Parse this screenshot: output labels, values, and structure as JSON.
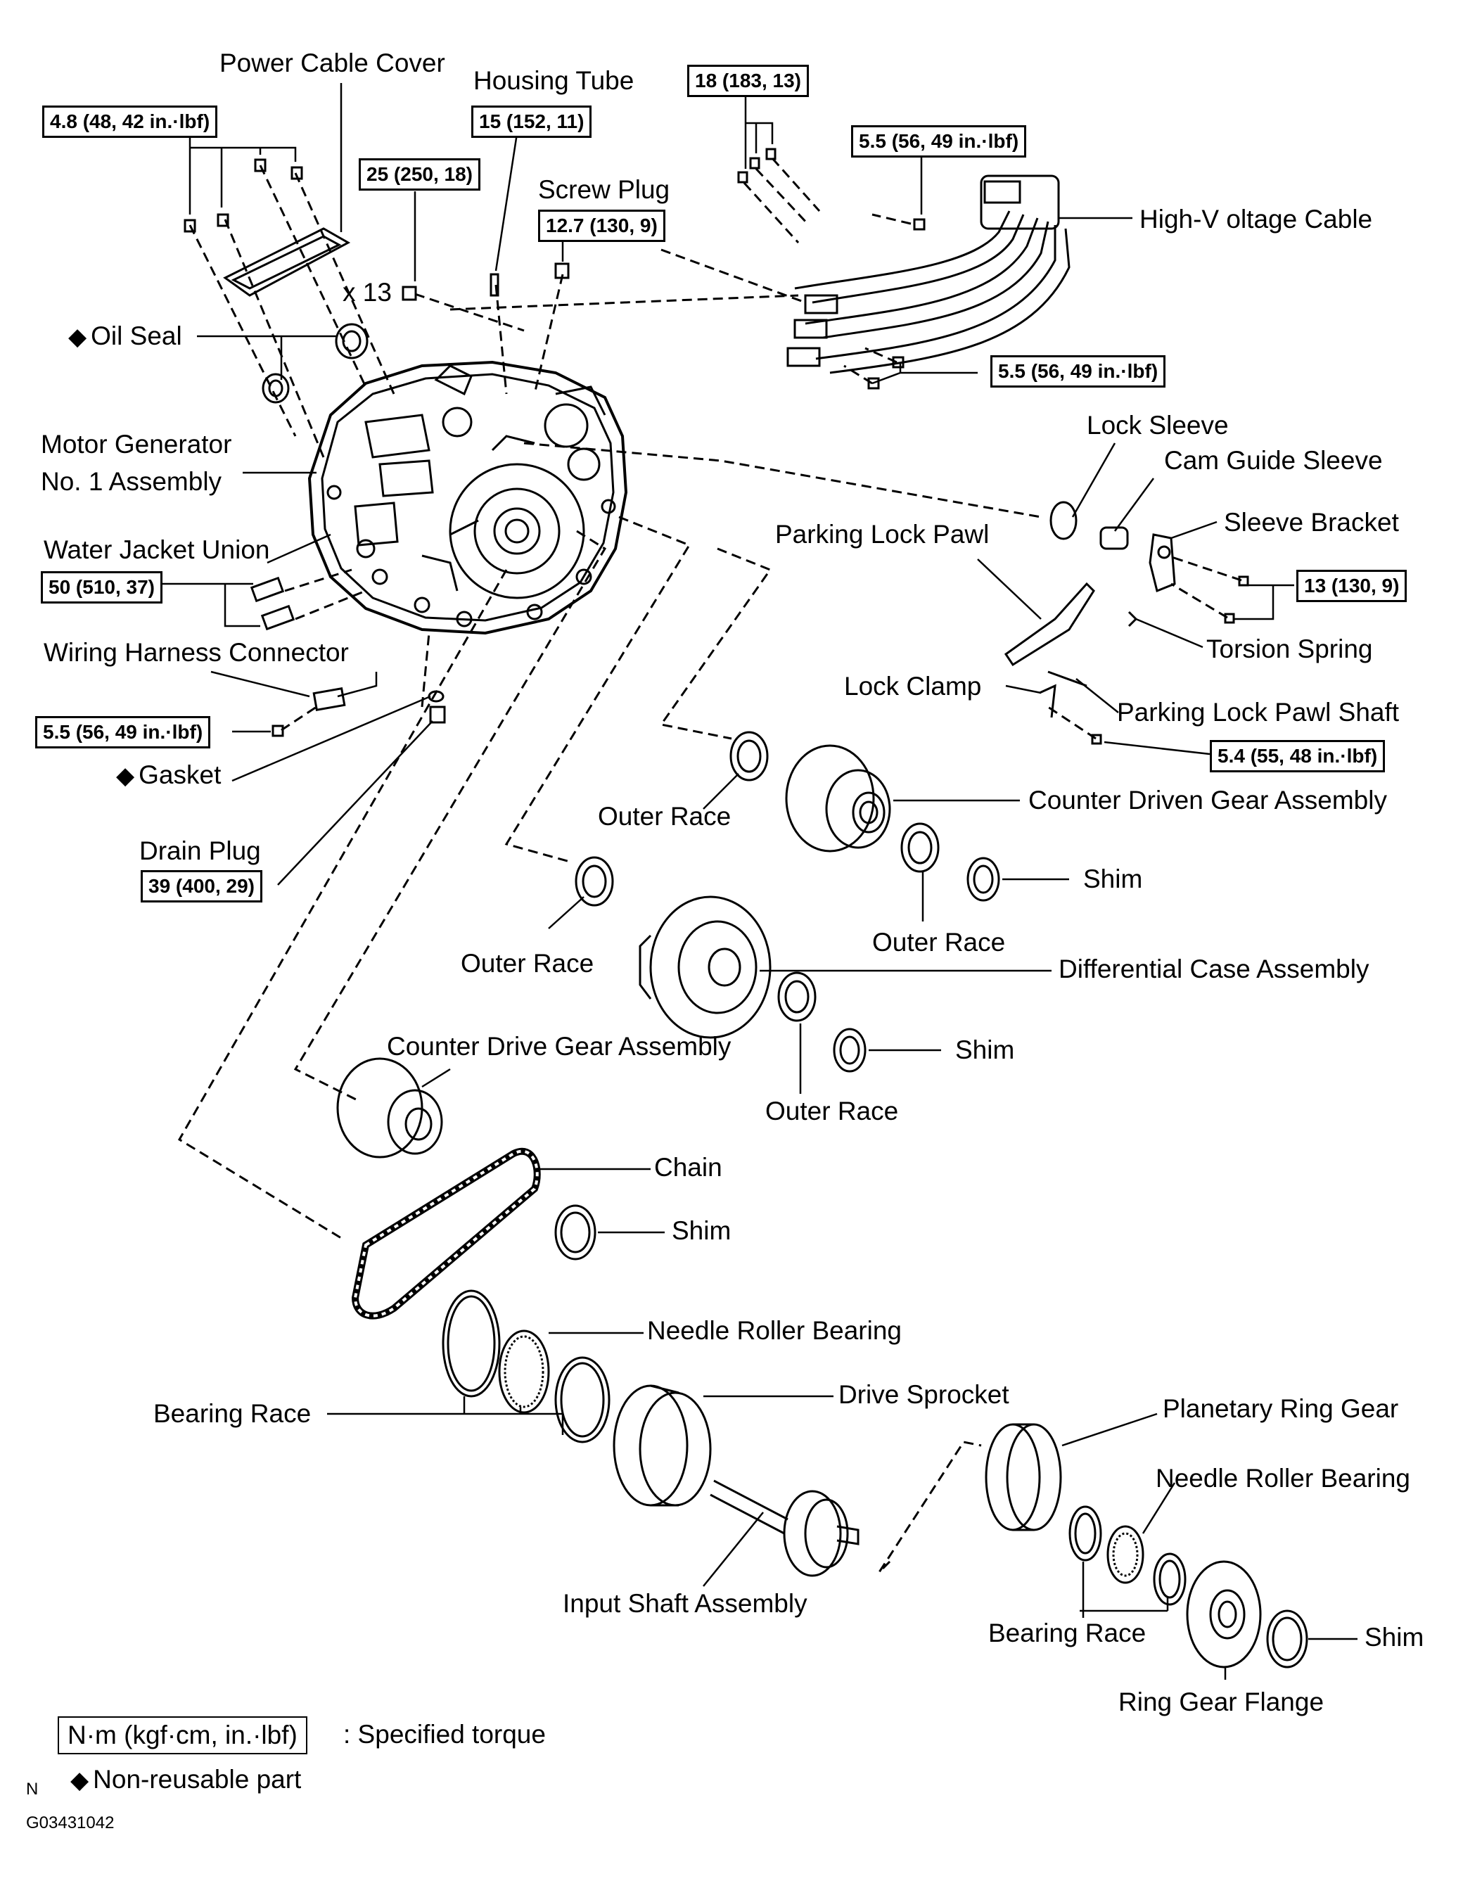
{
  "labels": {
    "power_cable_cover": "Power Cable Cover",
    "housing_tube": "Housing Tube",
    "screw_plug": "Screw Plug",
    "high_voltage_cable": "High-V oltage Cable",
    "oil_seal": "Oil Seal",
    "x13": "x 13",
    "motor_generator_1": "Motor Generator",
    "motor_generator_2": "No. 1 Assembly",
    "lock_sleeve": "Lock Sleeve",
    "cam_guide_sleeve": "Cam Guide Sleeve",
    "parking_lock_pawl": "Parking Lock Pawl",
    "sleeve_bracket": "Sleeve Bracket",
    "water_jacket_union": "Water Jacket Union",
    "torsion_spring": "Torsion Spring",
    "wiring_harness_connector": "Wiring Harness Connector",
    "lock_clamp": "Lock Clamp",
    "parking_lock_pawl_shaft": "Parking Lock Pawl Shaft",
    "gasket": "Gasket",
    "outer_race_1": "Outer Race",
    "counter_driven_gear": "Counter Driven Gear Assembly",
    "drain_plug": "Drain Plug",
    "shim_1": "Shim",
    "outer_race_2": "Outer Race",
    "outer_race_3": "Outer Race",
    "differential_case": "Differential Case Assembly",
    "counter_drive_gear": "Counter Drive Gear Assembly",
    "shim_2": "Shim",
    "outer_race_4": "Outer Race",
    "chain": "Chain",
    "shim_3": "Shim",
    "needle_roller_bearing_1": "Needle Roller Bearing",
    "bearing_race_1": "Bearing Race",
    "drive_sprocket": "Drive Sprocket",
    "planetary_ring_gear": "Planetary Ring Gear",
    "needle_roller_bearing_2": "Needle Roller Bearing",
    "input_shaft": "Input Shaft Assembly",
    "bearing_race_2": "Bearing Race",
    "shim_4": "Shim",
    "ring_gear_flange": "Ring Gear Flange"
  },
  "torques": {
    "power_cable_cover": "4.8 (48, 42 in.·lbf)",
    "housing_tube": "15 (152, 11)",
    "bolt_x13": "25 (250, 18)",
    "screw_plug": "12.7 (130, 9)",
    "hv_cable_bolts": "18 (183, 13)",
    "hv_cable_top": "5.5 (56, 49 in.·lbf)",
    "hv_cable_bottom": "5.5 (56, 49 in.·lbf)",
    "sleeve_bracket": "13 (130, 9)",
    "water_jacket_union": "50 (510, 37)",
    "wiring_harness": "5.5 (56, 49 in.·lbf)",
    "lock_clamp": "5.4 (55, 48 in.·lbf)",
    "drain_plug": "39 (400, 29)"
  },
  "legend": {
    "torque_unit": "N·m (kgf·cm, in.·lbf)",
    "torque_desc": ": Specified torque",
    "nonreusable": "Non-reusable part",
    "diamond": "◆"
  },
  "footer": {
    "north": "N",
    "figure_id": "G03431042"
  }
}
